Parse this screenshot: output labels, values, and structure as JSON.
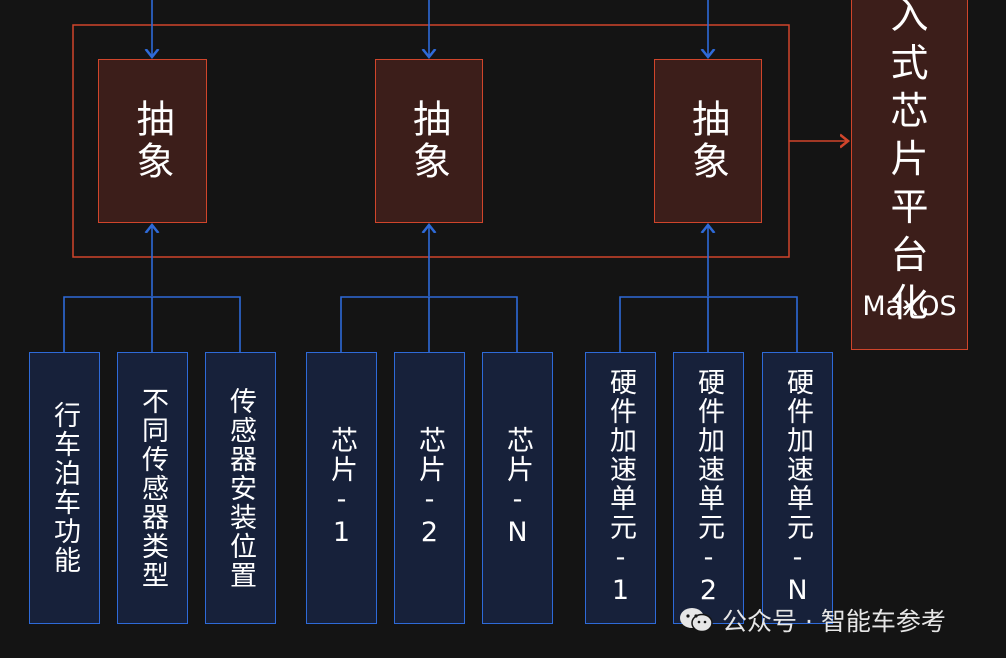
{
  "abstraction_boxes": [
    {
      "label": "抽象"
    },
    {
      "label": "抽象"
    },
    {
      "label": "抽象"
    }
  ],
  "platform": {
    "title_lines": [
      "入",
      "式",
      "芯",
      "片",
      "平",
      "台",
      "化"
    ],
    "name": "MaxOS"
  },
  "groups": [
    {
      "items": [
        "行车泊车功能",
        "不同传感器类型",
        "传感器安装位置"
      ]
    },
    {
      "items": [
        "芯片-1",
        "芯片-2",
        "芯片-N"
      ]
    },
    {
      "items": [
        "硬件加速单元-1",
        "硬件加速单元-2",
        "硬件加速单元-N"
      ]
    }
  ],
  "watermark": {
    "text": "公众号 · 智能车参考",
    "icon": "wechat-icon"
  },
  "colors": {
    "abstraction_border": "#d0452b",
    "abstraction_fill": "#3c1e1a",
    "input_border": "#2e6ad8",
    "input_fill": "#17213a",
    "background": "#141414"
  }
}
